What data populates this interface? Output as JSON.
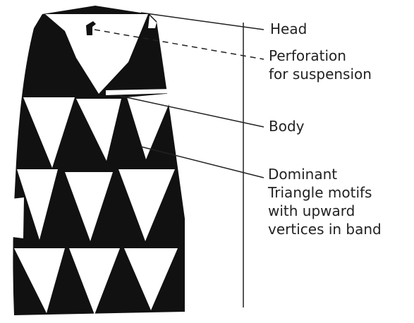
{
  "labels": {
    "head": "Head",
    "perforation": [
      "Perforation",
      "for suspension"
    ],
    "body": "Body",
    "dominant": [
      "Dominant",
      "Triangle motifs",
      "with upward",
      "vertices in band"
    ]
  },
  "colors": {
    "ink": "#111111",
    "paper": "#ffffff",
    "leader": "#222222"
  }
}
